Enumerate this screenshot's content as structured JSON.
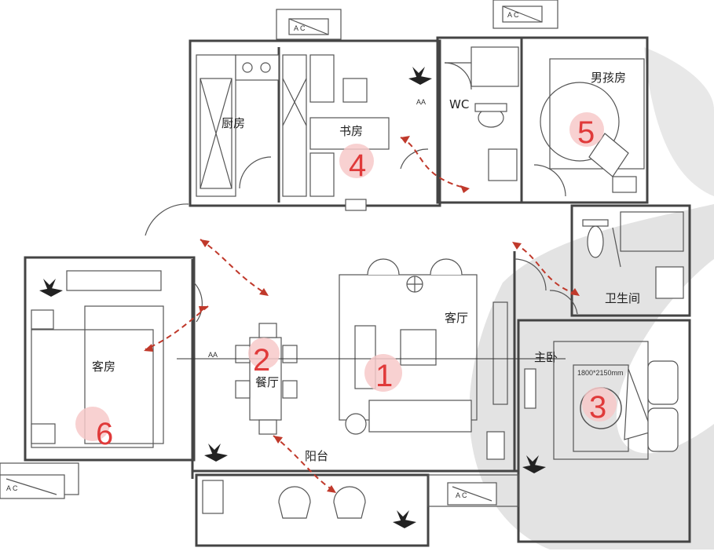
{
  "rooms": {
    "boy_room": "男孩房",
    "kitchen": "厨房",
    "study": "书房",
    "wc": "WC",
    "living": "客厅",
    "bathroom": "卫生间",
    "master": "主卧",
    "guest": "客房",
    "dining": "餐厅",
    "balcony": "阳台"
  },
  "markers": {
    "m1": "1",
    "m2": "2",
    "m3": "3",
    "m4": "4",
    "m5": "5",
    "m6": "6"
  },
  "tags": {
    "ac_top_left": "A  C",
    "ac_top_right": "A  C",
    "ac_bottom_left": "A  C",
    "ac_bottom_right": "A  C",
    "aa_study": "AA",
    "aa_dining": "AA",
    "bed_size": "1800*2150mm"
  },
  "colors": {
    "marker_text": "#e03a3a",
    "marker_circle": "#f7c9c9",
    "route_arrow": "#c0392b",
    "shade": "#d9d9d9"
  }
}
